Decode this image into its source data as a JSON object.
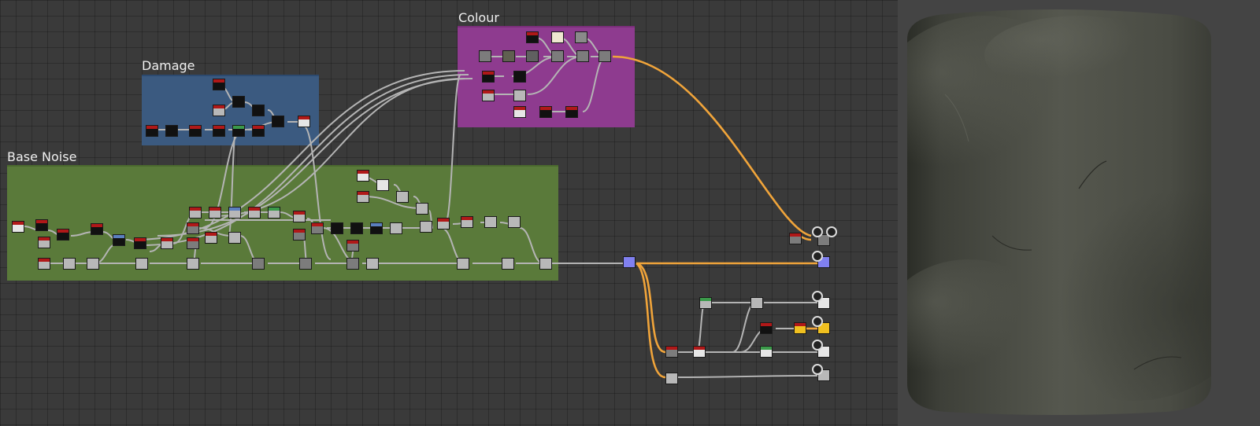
{
  "frames": {
    "damage": {
      "title": "Damage",
      "color": "#3b5a80"
    },
    "colour": {
      "title": "Colour",
      "color": "#8e3b8f"
    },
    "base_noise": {
      "title": "Base Noise",
      "color": "#5a7a3a"
    }
  },
  "colors": {
    "canvas_bg": "#3a3a3a",
    "wire_gray": "#b4b4b4",
    "wire_orange": "#f0a43a",
    "node_cap_red": "#b01818",
    "node_cap_gray": "#7a7a7a",
    "node_cap_blue": "#5b7fbf",
    "node_cap_green": "#3b9a4a",
    "output_blue": "#8080f0",
    "output_yellow": "#f0c020",
    "preview_bg": "#444444",
    "material_stone": "#4e5048"
  },
  "icons": {
    "output_marker": "circle-output-icon",
    "preview_shape": "cylinder-preview"
  }
}
